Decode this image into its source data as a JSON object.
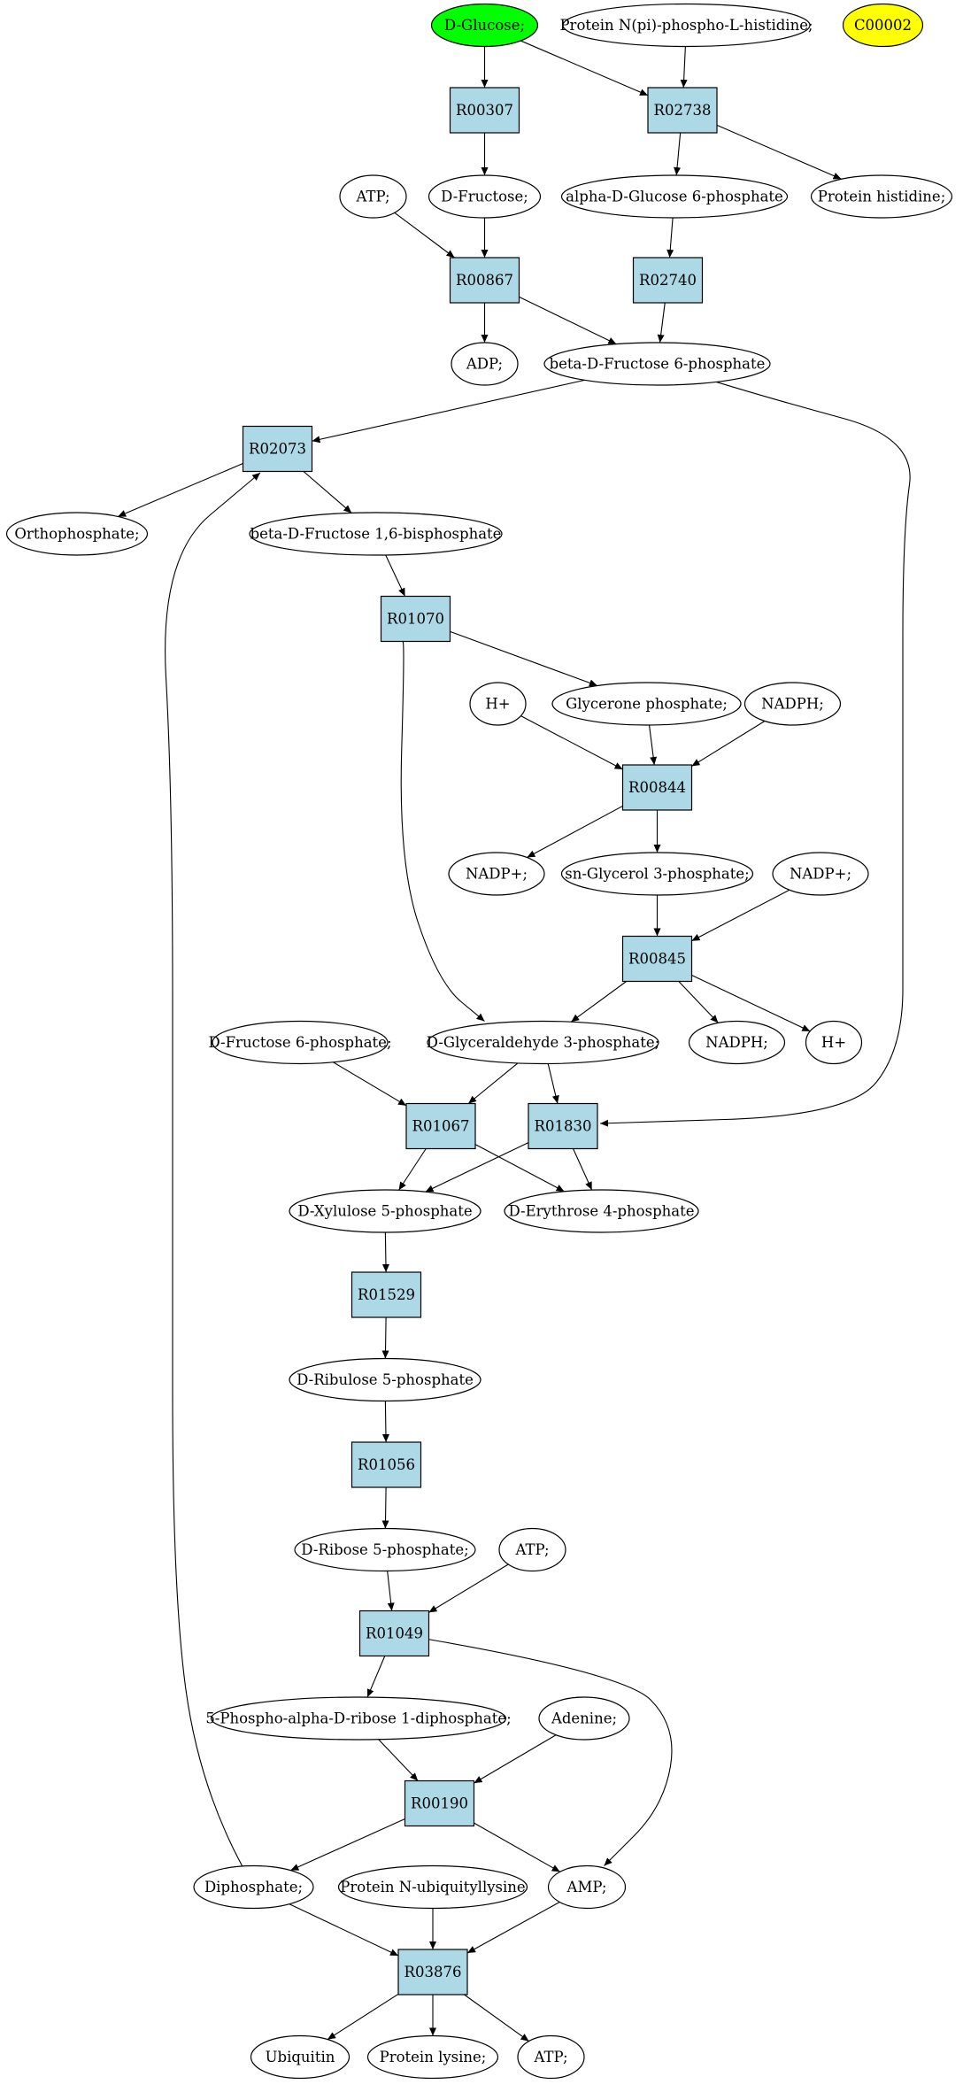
{
  "colors": {
    "reaction_fill": "#add8e6",
    "compound_fill": "#ffffff",
    "highlight_start": "#00ff00",
    "highlight_target": "#ffff00",
    "stroke": "#000000"
  },
  "nodes": [
    {
      "id": "glc",
      "kind": "compound",
      "label": "D-Glucose;",
      "fill": "highlight_start"
    },
    {
      "id": "npphis",
      "kind": "compound",
      "label": "Protein N(pi)-phospho-L-histidine;"
    },
    {
      "id": "c00002",
      "kind": "compound",
      "label": "C00002",
      "fill": "highlight_target"
    },
    {
      "id": "r00307",
      "kind": "reaction",
      "label": "R00307"
    },
    {
      "id": "r02738",
      "kind": "reaction",
      "label": "R02738"
    },
    {
      "id": "atp1",
      "kind": "compound",
      "label": "ATP;"
    },
    {
      "id": "fru",
      "kind": "compound",
      "label": "D-Fructose;"
    },
    {
      "id": "ag6p",
      "kind": "compound",
      "label": "alpha-D-Glucose 6-phosphate"
    },
    {
      "id": "prohis",
      "kind": "compound",
      "label": "Protein histidine;"
    },
    {
      "id": "r00867",
      "kind": "reaction",
      "label": "R00867"
    },
    {
      "id": "r02740",
      "kind": "reaction",
      "label": "R02740"
    },
    {
      "id": "adp",
      "kind": "compound",
      "label": "ADP;"
    },
    {
      "id": "bf6p",
      "kind": "compound",
      "label": "beta-D-Fructose 6-phosphate"
    },
    {
      "id": "r02073",
      "kind": "reaction",
      "label": "R02073"
    },
    {
      "id": "ortho",
      "kind": "compound",
      "label": "Orthophosphate;"
    },
    {
      "id": "bf16bp",
      "kind": "compound",
      "label": "beta-D-Fructose 1,6-bisphosphate"
    },
    {
      "id": "r01070",
      "kind": "reaction",
      "label": "R01070"
    },
    {
      "id": "hplus1",
      "kind": "compound",
      "label": "H+"
    },
    {
      "id": "gp",
      "kind": "compound",
      "label": "Glycerone phosphate;"
    },
    {
      "id": "nadph1",
      "kind": "compound",
      "label": "NADPH;"
    },
    {
      "id": "r00844",
      "kind": "reaction",
      "label": "R00844"
    },
    {
      "id": "nadp1",
      "kind": "compound",
      "label": "NADP+;"
    },
    {
      "id": "g3p",
      "kind": "compound",
      "label": "sn-Glycerol 3-phosphate;"
    },
    {
      "id": "nadp2",
      "kind": "compound",
      "label": "NADP+;"
    },
    {
      "id": "r00845",
      "kind": "reaction",
      "label": "R00845"
    },
    {
      "id": "f6p",
      "kind": "compound",
      "label": "D-Fructose 6-phosphate;"
    },
    {
      "id": "gap",
      "kind": "compound",
      "label": "D-Glyceraldehyde 3-phosphate;"
    },
    {
      "id": "nadph2",
      "kind": "compound",
      "label": "NADPH;"
    },
    {
      "id": "hplus2",
      "kind": "compound",
      "label": "H+"
    },
    {
      "id": "r01067",
      "kind": "reaction",
      "label": "R01067"
    },
    {
      "id": "r01830",
      "kind": "reaction",
      "label": "R01830"
    },
    {
      "id": "xu5p",
      "kind": "compound",
      "label": "D-Xylulose 5-phosphate"
    },
    {
      "id": "e4p",
      "kind": "compound",
      "label": "D-Erythrose 4-phosphate"
    },
    {
      "id": "r01529",
      "kind": "reaction",
      "label": "R01529"
    },
    {
      "id": "ru5p",
      "kind": "compound",
      "label": "D-Ribulose 5-phosphate"
    },
    {
      "id": "r01056",
      "kind": "reaction",
      "label": "R01056"
    },
    {
      "id": "r5p",
      "kind": "compound",
      "label": "D-Ribose 5-phosphate;"
    },
    {
      "id": "atp2",
      "kind": "compound",
      "label": "ATP;"
    },
    {
      "id": "r01049",
      "kind": "reaction",
      "label": "R01049"
    },
    {
      "id": "prpp",
      "kind": "compound",
      "label": "5-Phospho-alpha-D-ribose 1-diphosphate;"
    },
    {
      "id": "adenine",
      "kind": "compound",
      "label": "Adenine;"
    },
    {
      "id": "r00190",
      "kind": "reaction",
      "label": "R00190"
    },
    {
      "id": "diphos",
      "kind": "compound",
      "label": "Diphosphate;"
    },
    {
      "id": "ubiqlys",
      "kind": "compound",
      "label": "Protein N-ubiquityllysine"
    },
    {
      "id": "amp",
      "kind": "compound",
      "label": "AMP;"
    },
    {
      "id": "r03876",
      "kind": "reaction",
      "label": "R03876"
    },
    {
      "id": "ubiq",
      "kind": "compound",
      "label": "Ubiquitin"
    },
    {
      "id": "prolys",
      "kind": "compound",
      "label": "Protein lysine;"
    },
    {
      "id": "atp3",
      "kind": "compound",
      "label": "ATP;"
    }
  ],
  "edges": [
    [
      "glc",
      "r00307"
    ],
    [
      "glc",
      "r02738"
    ],
    [
      "npphis",
      "r02738"
    ],
    [
      "r00307",
      "fru"
    ],
    [
      "r02738",
      "ag6p"
    ],
    [
      "r02738",
      "prohis"
    ],
    [
      "atp1",
      "r00867"
    ],
    [
      "fru",
      "r00867"
    ],
    [
      "ag6p",
      "r02740"
    ],
    [
      "r00867",
      "adp"
    ],
    [
      "r00867",
      "bf6p"
    ],
    [
      "r02740",
      "bf6p"
    ],
    [
      "bf6p",
      "r02073"
    ],
    [
      "bf6p",
      "r01830"
    ],
    [
      "r02073",
      "ortho"
    ],
    [
      "r02073",
      "bf16bp"
    ],
    [
      "bf16bp",
      "r01070"
    ],
    [
      "r01070",
      "gp"
    ],
    [
      "r01070",
      "gap"
    ],
    [
      "hplus1",
      "r00844"
    ],
    [
      "gp",
      "r00844"
    ],
    [
      "nadph1",
      "r00844"
    ],
    [
      "r00844",
      "g3p"
    ],
    [
      "r00844",
      "nadp1"
    ],
    [
      "nadp2",
      "r00845"
    ],
    [
      "g3p",
      "r00845"
    ],
    [
      "r00845",
      "gap"
    ],
    [
      "r00845",
      "nadph2"
    ],
    [
      "r00845",
      "hplus2"
    ],
    [
      "f6p",
      "r01067"
    ],
    [
      "gap",
      "r01067"
    ],
    [
      "gap",
      "r01830"
    ],
    [
      "r01067",
      "xu5p"
    ],
    [
      "r01067",
      "e4p"
    ],
    [
      "r01830",
      "xu5p"
    ],
    [
      "r01830",
      "e4p"
    ],
    [
      "xu5p",
      "r01529"
    ],
    [
      "r01529",
      "ru5p"
    ],
    [
      "ru5p",
      "r01056"
    ],
    [
      "r01056",
      "r5p"
    ],
    [
      "r5p",
      "r01049"
    ],
    [
      "atp2",
      "r01049"
    ],
    [
      "r01049",
      "prpp"
    ],
    [
      "r01049",
      "amp"
    ],
    [
      "prpp",
      "r00190"
    ],
    [
      "adenine",
      "r00190"
    ],
    [
      "r00190",
      "diphos"
    ],
    [
      "r00190",
      "amp"
    ],
    [
      "diphos",
      "r02073"
    ],
    [
      "diphos",
      "r03876"
    ],
    [
      "ubiqlys",
      "r03876"
    ],
    [
      "amp",
      "r03876"
    ],
    [
      "r03876",
      "ubiq"
    ],
    [
      "r03876",
      "prolys"
    ],
    [
      "r03876",
      "atp3"
    ]
  ]
}
